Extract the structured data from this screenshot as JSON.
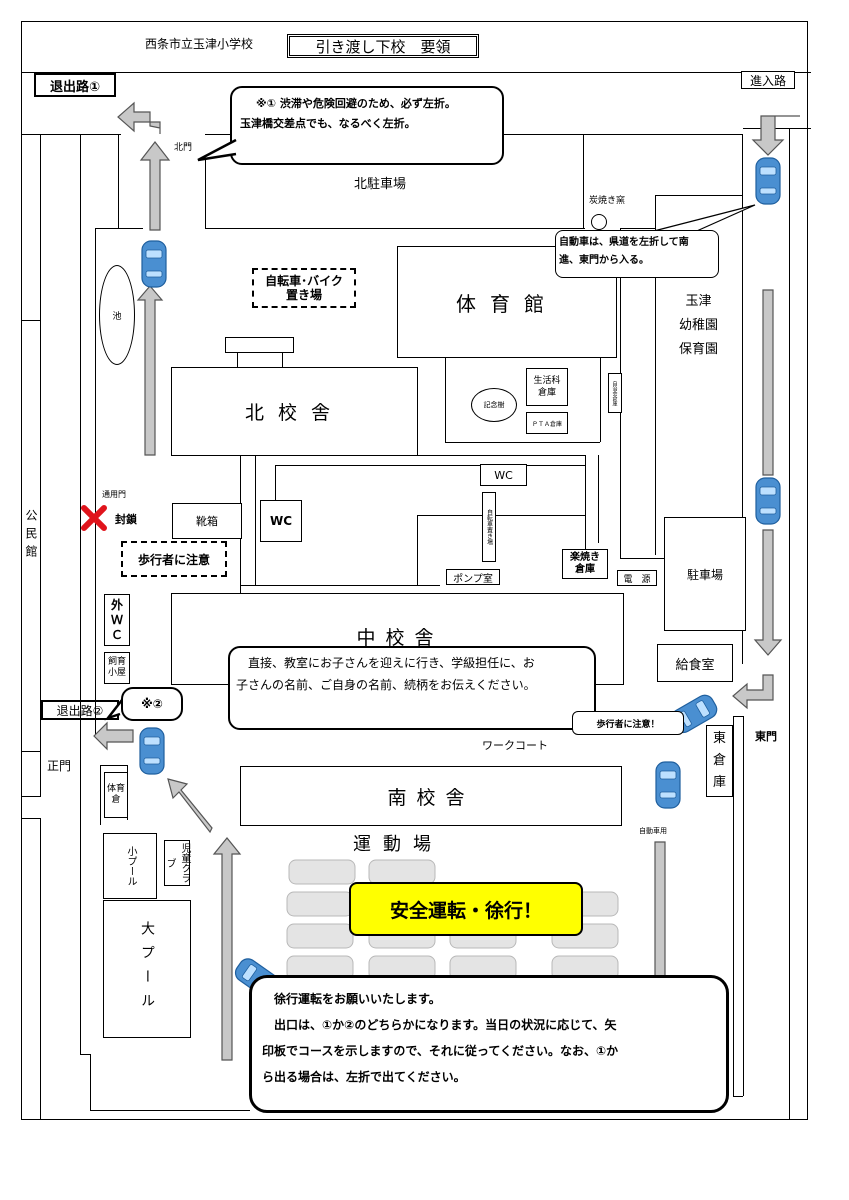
{
  "header": {
    "school": "西条市立玉津小学校",
    "title": "引き渡し下校　要領"
  },
  "exits": {
    "exit1": "退出路①",
    "exit2": "退出路②",
    "entry": "進入路"
  },
  "gates": {
    "north": "北門",
    "staff": "通用門",
    "closed": "封鎖",
    "main": "正門",
    "east": "東門"
  },
  "notes": {
    "note1_line1": "※①  渋滞や危険回避のため、必ず左折。",
    "note1_line2": "玉津橋交差点でも、なるべく左折。",
    "note2": "※②",
    "cars_route_line1": "自動車は、県道を左折して南",
    "cars_route_line2": "進、東門から入る。",
    "pickup_line1": "直接、教室にお子さんを迎えに行き、学級担任に、お",
    "pickup_line2": "子さんの名前、ご自身の名前、続柄をお伝えください。",
    "caution_walkers": "歩行者に注意",
    "caution_walkers_small": "歩行者に注意！",
    "safe_driving": "安全運転・徐行！",
    "slow_line1": "徐行運転をお願いいたします。",
    "slow_line2": "出口は、①か②のどちらかになります。当日の状況に応じて、矢",
    "slow_line3": "印板でコースを示しますので、それに従ってください。なお、①か",
    "slow_line4": "ら出る場合は、左折で出てください。"
  },
  "places": {
    "north_parking": "北駐車場",
    "charcoal": "炭焼き窯",
    "gym": "体育館",
    "pond": "池",
    "bike_parking": "自転車･バイク置き場",
    "kindergarten_1": "玉津",
    "kindergarten_2": "幼稚園",
    "kindergarten_3": "保育園",
    "north_building": "北校舎",
    "memorial_tree": "記念樹",
    "life_storage_1": "生活科",
    "life_storage_2": "倉庫",
    "pta_storage": "ＰＴＡ倉庫",
    "self_storage": "自治会倉庫",
    "wc": "WC",
    "wc_bold": "WC",
    "bike_storage": "自転車置き場",
    "shoe_box": "靴箱",
    "pump_room": "ポンプ室",
    "kiln_storage_1": "楽焼き",
    "kiln_storage_2": "倉庫",
    "power": "電　源",
    "parking": "駐車場",
    "kominkan": "公民館",
    "outdoor_wc": "外ＷＣ",
    "animal_hut": "飼育小屋",
    "middle_building": "中校舎",
    "lunch_room": "給食室",
    "work_court": "ワークコート",
    "east_storage": "東倉庫",
    "south_building": "南校舎",
    "gym_storage": "体育倉",
    "small_pool": "小プール",
    "kids_club": "児童クラブ",
    "field": "運動場",
    "big_pool": "大プール",
    "car_only": "自動車用"
  },
  "colors": {
    "car": "#4a8fd1",
    "car_dark": "#1f5f9e",
    "arrow_fill": "#c8c8c8",
    "highlight": "#ffff00",
    "closed_x": "#e0141c"
  }
}
